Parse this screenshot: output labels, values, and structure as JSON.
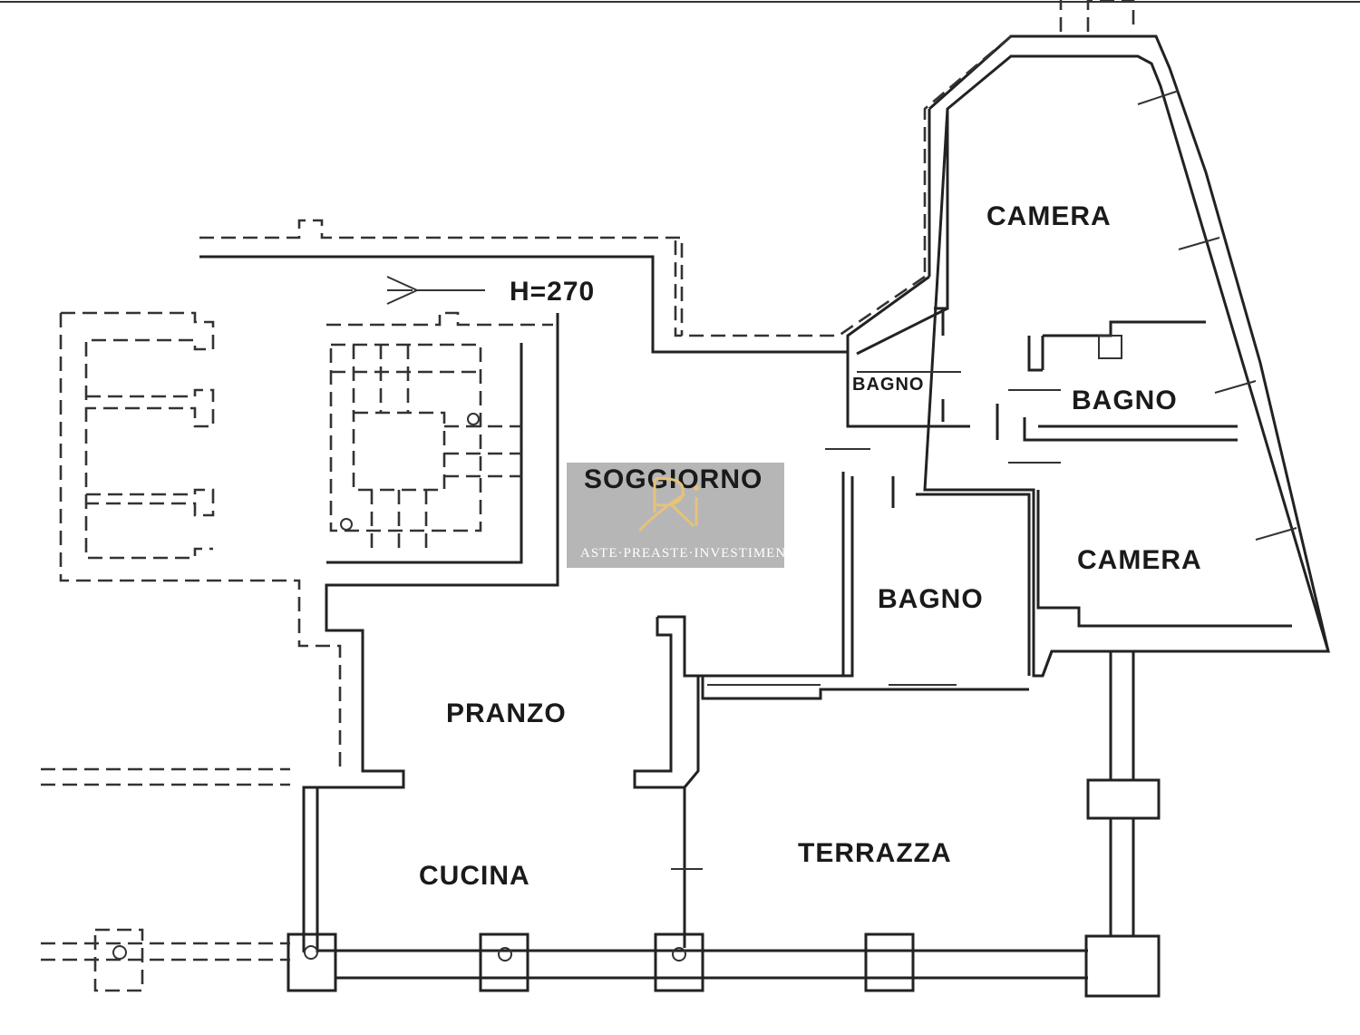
{
  "height_label": "H=270",
  "rooms": {
    "camera_top": "CAMERA",
    "bagno_small": "BAGNO",
    "bagno_right": "BAGNO",
    "soggiorno": "SOGGIORNO",
    "camera_right": "CAMERA",
    "bagno_center": "BAGNO",
    "pranzo": "PRANZO",
    "terrazza": "TERRAZZA",
    "cucina": "CUCINA"
  },
  "watermark": {
    "tagline": "ASTE·PREASTE·INVESTIMENTI",
    "logo_icon": "rai-logo-icon"
  },
  "colors": {
    "wall": "#222222",
    "watermark_box": "#9a9a9a",
    "logo_gold": "#e6c27a"
  }
}
